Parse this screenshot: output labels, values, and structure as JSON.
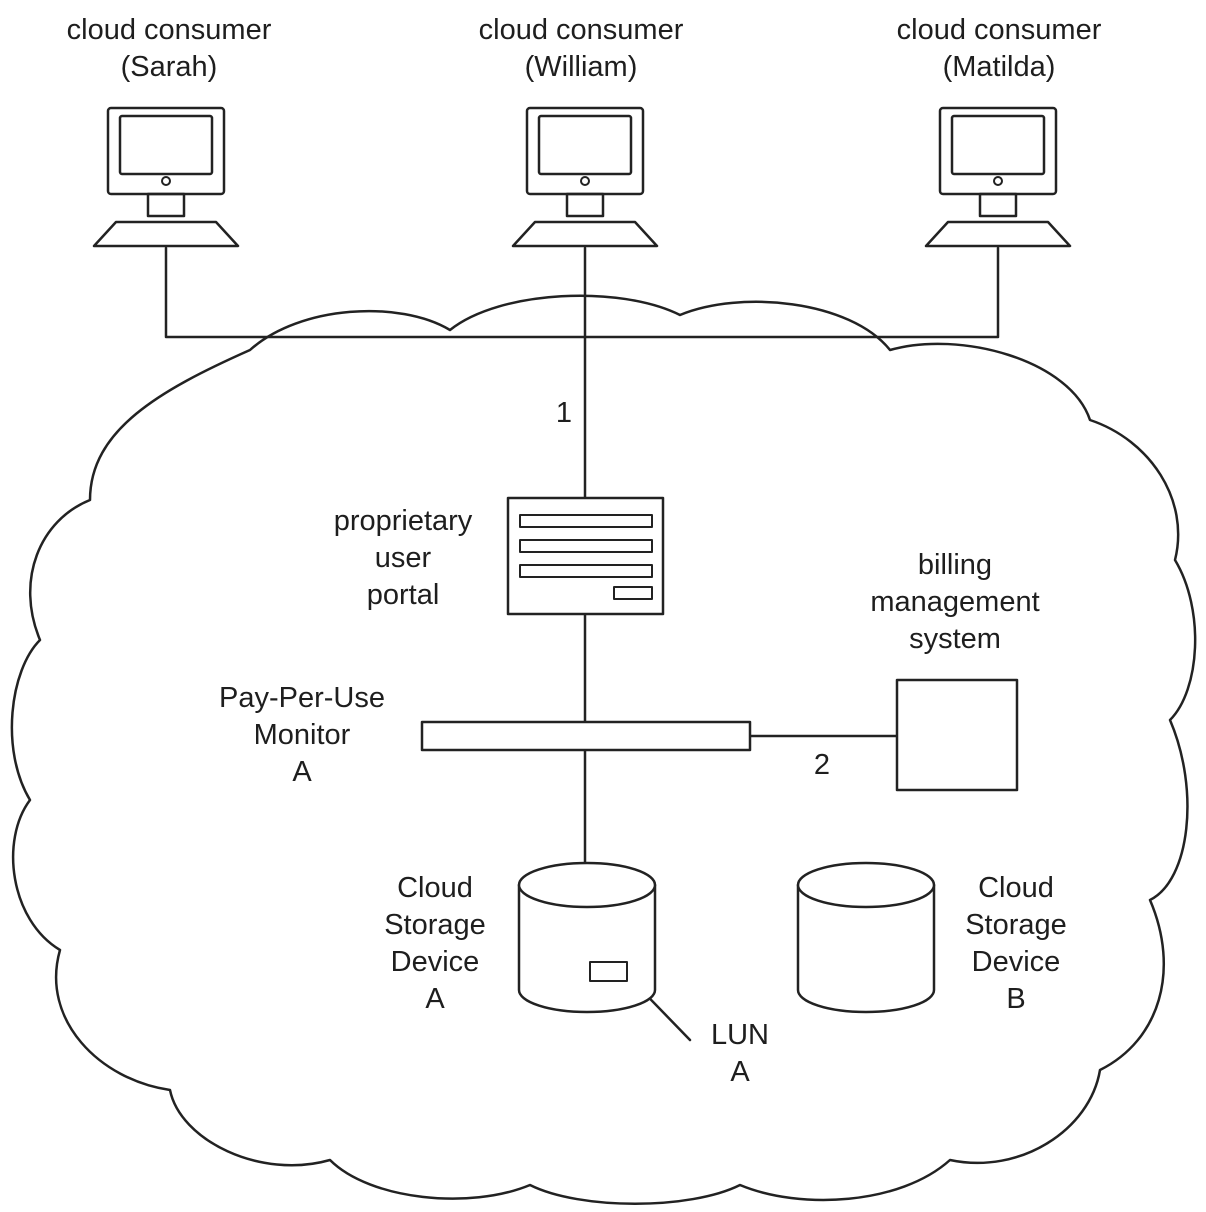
{
  "consumers": [
    {
      "line1": "cloud consumer",
      "line2": "(Sarah)"
    },
    {
      "line1": "cloud consumer",
      "line2": "(William)"
    },
    {
      "line1": "cloud consumer",
      "line2": "(Matilda)"
    }
  ],
  "portal": {
    "line1": "proprietary",
    "line2": "user",
    "line3": "portal"
  },
  "billing": {
    "line1": "billing",
    "line2": "management",
    "line3": "system"
  },
  "monitor": {
    "line1": "Pay-Per-Use",
    "line2": "Monitor",
    "line3": "A"
  },
  "storage_a": {
    "line1": "Cloud",
    "line2": "Storage",
    "line3": "Device",
    "line4": "A"
  },
  "storage_b": {
    "line1": "Cloud",
    "line2": "Storage",
    "line3": "Device",
    "line4": "B"
  },
  "lun": {
    "line1": "LUN",
    "line2": "A"
  },
  "steps": {
    "one": "1",
    "two": "2"
  }
}
